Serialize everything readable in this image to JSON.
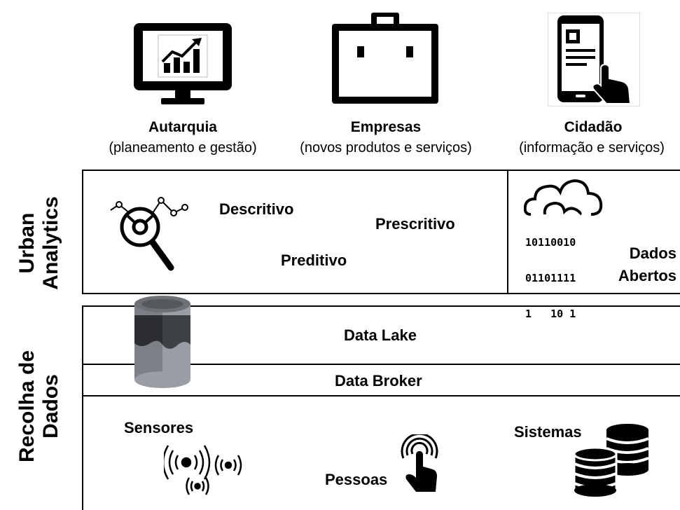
{
  "stakeholders": [
    {
      "title": "Autarquia",
      "subtitle": "(planeamento e gestão)",
      "icon": "monitor-chart-icon"
    },
    {
      "title": "Empresas",
      "subtitle": "(novos produtos e serviços)",
      "icon": "briefcase-icon"
    },
    {
      "title": "Cidadão",
      "subtitle": "(informação e serviços)",
      "icon": "smartphone-touch-icon"
    }
  ],
  "urban_analytics": {
    "label_line1": "Urban",
    "label_line2": "Analytics",
    "descritivo": "Descritivo",
    "prescritivo": "Prescritivo",
    "preditivo": "Preditivo",
    "open_data_line1": "Dados",
    "open_data_line2": "Abertos",
    "binary_line1": "10110010",
    "binary_line2": "01101111",
    "binary_line3": "1   10 1",
    "icons": [
      "analytics-magnifier-icon",
      "cloud-binary-icon"
    ]
  },
  "data_collection": {
    "label_line1": "Recolha de",
    "label_line2": "Dados",
    "data_lake": "Data Lake",
    "data_broker": "Data Broker",
    "sensores": "Sensores",
    "pessoas": "Pessoas",
    "sistemas": "Sistemas",
    "icons": [
      "database-cylinder-icon",
      "wireless-sensor-icon",
      "touch-hand-icon",
      "database-stack-icon"
    ]
  }
}
